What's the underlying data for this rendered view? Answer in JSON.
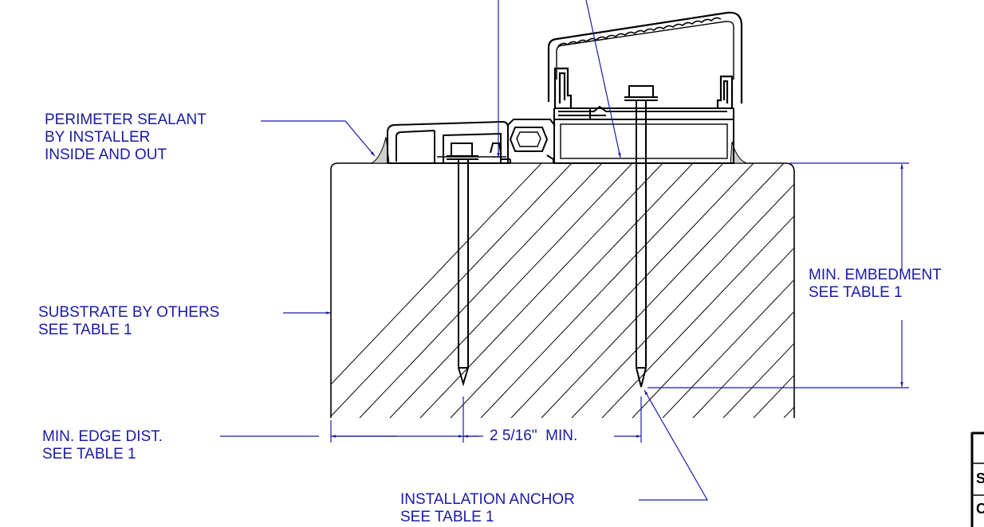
{
  "labels": {
    "perimeter_sealant": [
      "PERIMETER SEALANT",
      "BY INSTALLER",
      "INSIDE AND OUT"
    ],
    "substrate": [
      "SUBSTRATE BY OTHERS",
      "SEE TABLE 1"
    ],
    "min_embedment": [
      "MIN. EMBEDMENT",
      "SEE TABLE 1"
    ],
    "min_edge_dist": [
      "MIN. EDGE DIST.",
      "SEE TABLE 1"
    ],
    "anchor_spacing": "2 5/16\"  MIN.",
    "installation_anchor": [
      "INSTALLATION ANCHOR",
      "SEE TABLE 1"
    ],
    "title_block_fragments": [
      "S",
      "C"
    ]
  },
  "colors": {
    "annotation": "#1a1aa8",
    "linework": "#000000",
    "background": "#ffffff"
  }
}
